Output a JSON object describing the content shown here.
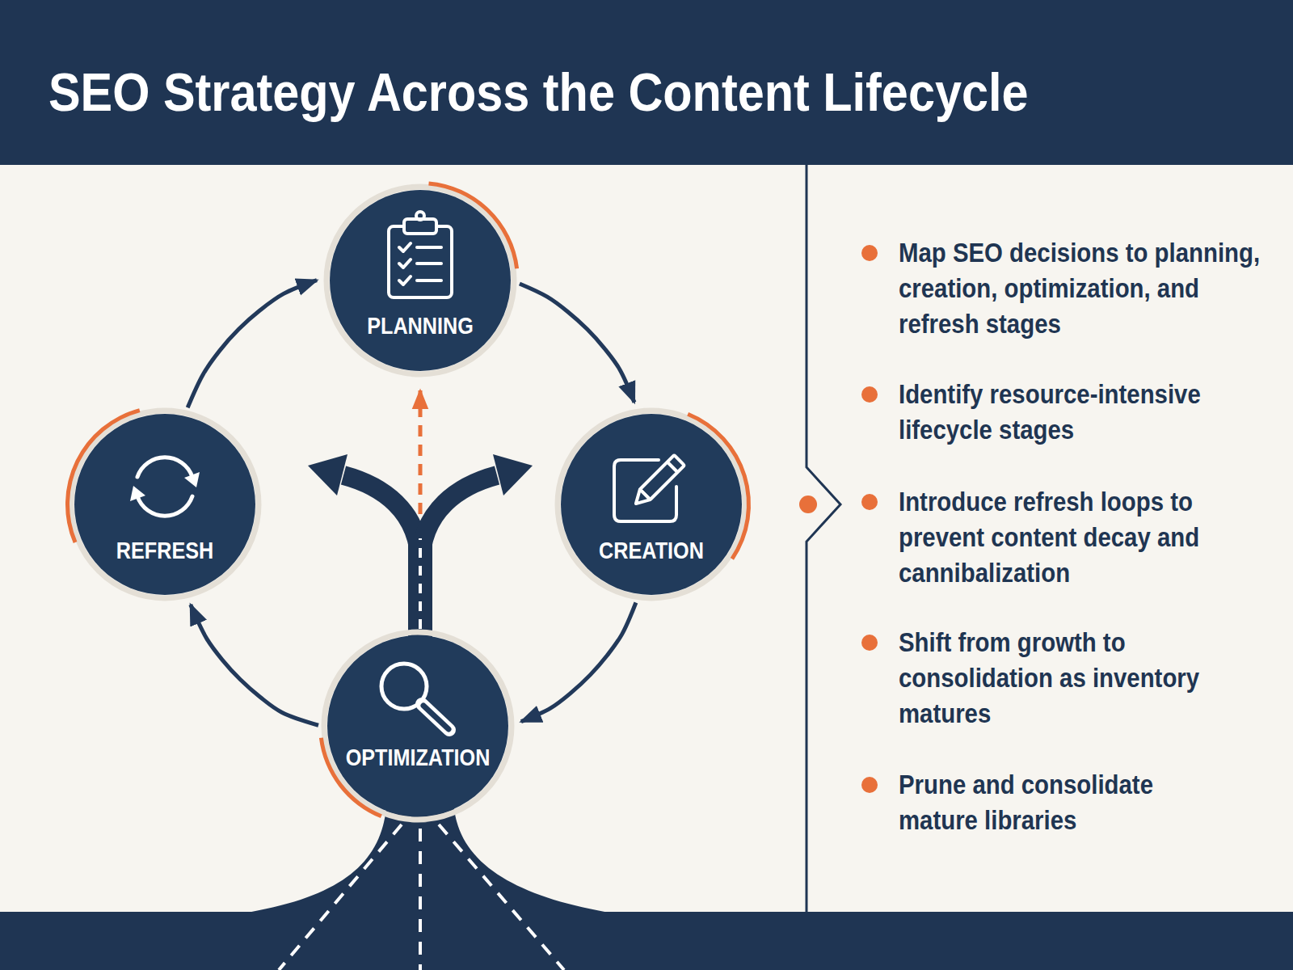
{
  "diagram": {
    "title": "SEO Strategy Across the Content Lifecycle",
    "nodes": [
      {
        "text": [
          "PLANNING"
        ]
      },
      {
        "text": [
          "REFRESH"
        ]
      },
      {
        "text": [
          "CREATION"
        ]
      },
      {
        "text": [
          "OPTIMIZATION"
        ]
      }
    ],
    "edges": [
      {
        "from": 0,
        "to": 2,
        "arrow": "to"
      },
      {
        "from": 2,
        "to": 3,
        "arrow": "to"
      },
      {
        "from": 3,
        "to": 1,
        "arrow": "to"
      },
      {
        "from": 1,
        "to": 0,
        "arrow": "to"
      },
      {
        "from": 3,
        "to": 0,
        "arrow": "to"
      }
    ],
    "labels": [
      "Map SEO decisions to planning, creation, optimization, and refresh stages",
      "Identify resource-intensive lifecycle stages",
      "Introduce refresh loops to prevent content decay and cannibalization",
      "Shift from growth to consolidation as inventory matures",
      "Prune and consolidate mature libraries"
    ]
  }
}
